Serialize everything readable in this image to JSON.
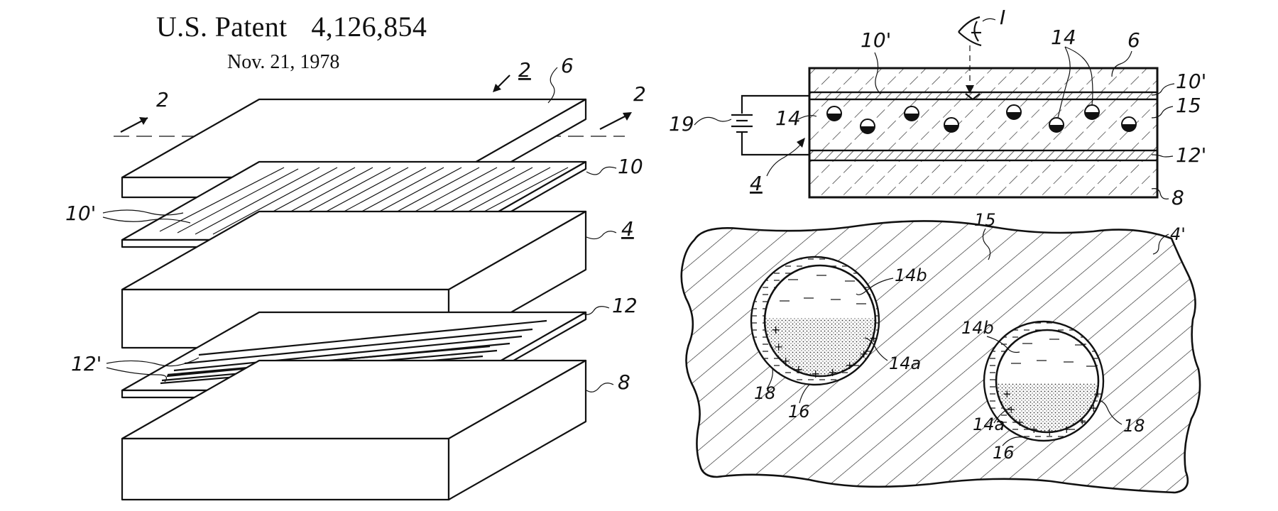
{
  "header": {
    "patent": "U.S. Patent",
    "number": "4,126,854",
    "date": "Nov. 21, 1978"
  },
  "fig1": {
    "section_mark": "2",
    "section_left": "2",
    "section_right": "2",
    "ref_6": "6",
    "ref_10": "10",
    "ref_10p": "10'",
    "ref_4": "4",
    "ref_12": "12",
    "ref_12p": "12'",
    "ref_8": "8"
  },
  "fig2": {
    "viewer": "I",
    "ref_10p_top": "10'",
    "ref_14_top": "14",
    "ref_6": "6",
    "ref_10p_right": "10'",
    "ref_15": "15",
    "ref_12p": "12'",
    "ref_8": "8",
    "ref_19": "19",
    "ref_14_left": "14",
    "ref_4": "4"
  },
  "fig3": {
    "ref_15": "15",
    "ref_4p": "4'",
    "ref_14b_a": "14b",
    "ref_14a_a": "14a",
    "ref_18_a": "18",
    "ref_16_a": "16",
    "ref_14b_b": "14b",
    "ref_14a_b": "14a",
    "ref_18_b": "18",
    "ref_16_b": "16"
  }
}
